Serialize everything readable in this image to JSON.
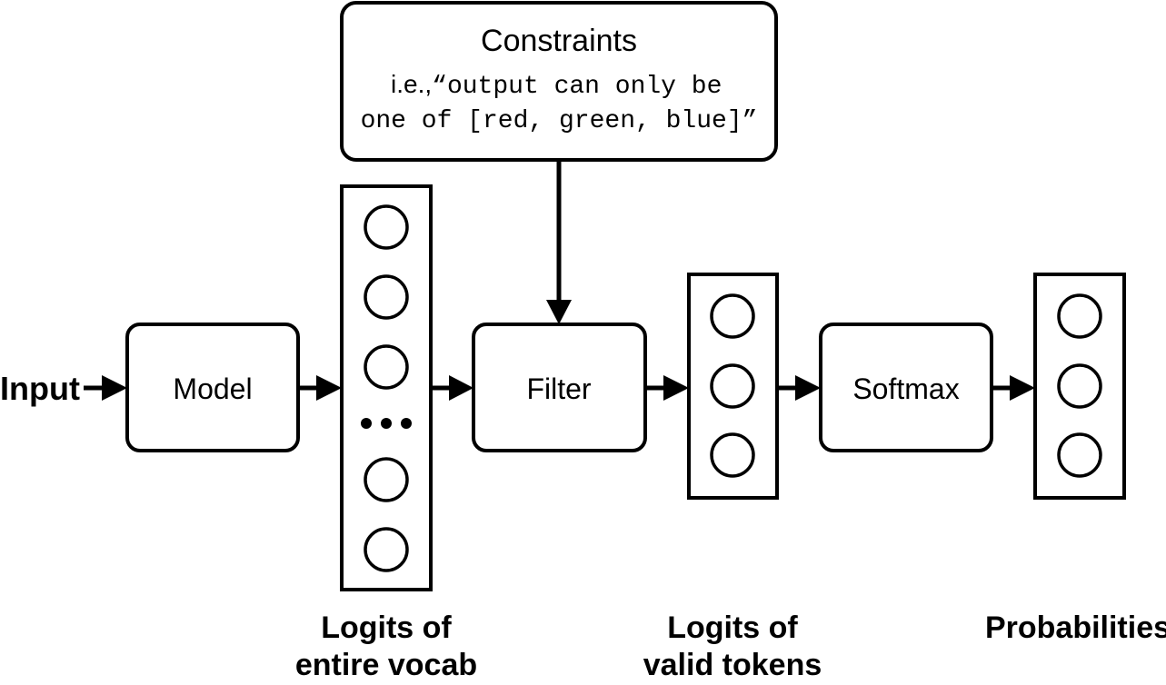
{
  "constraints": {
    "title": "Constraints",
    "example_prefix": "i.e.,",
    "example_line1": "“output can only be",
    "example_line2": "one of [red, green, blue]”"
  },
  "input_label": "Input",
  "model_label": "Model",
  "filter_label": "Filter",
  "softmax_label": "Softmax",
  "vocab_caption": {
    "line1": "Logits of",
    "line2": "entire vocab"
  },
  "valid_caption": {
    "line1": "Logits of",
    "line2": "valid tokens"
  },
  "prob_caption": "Probabilities"
}
